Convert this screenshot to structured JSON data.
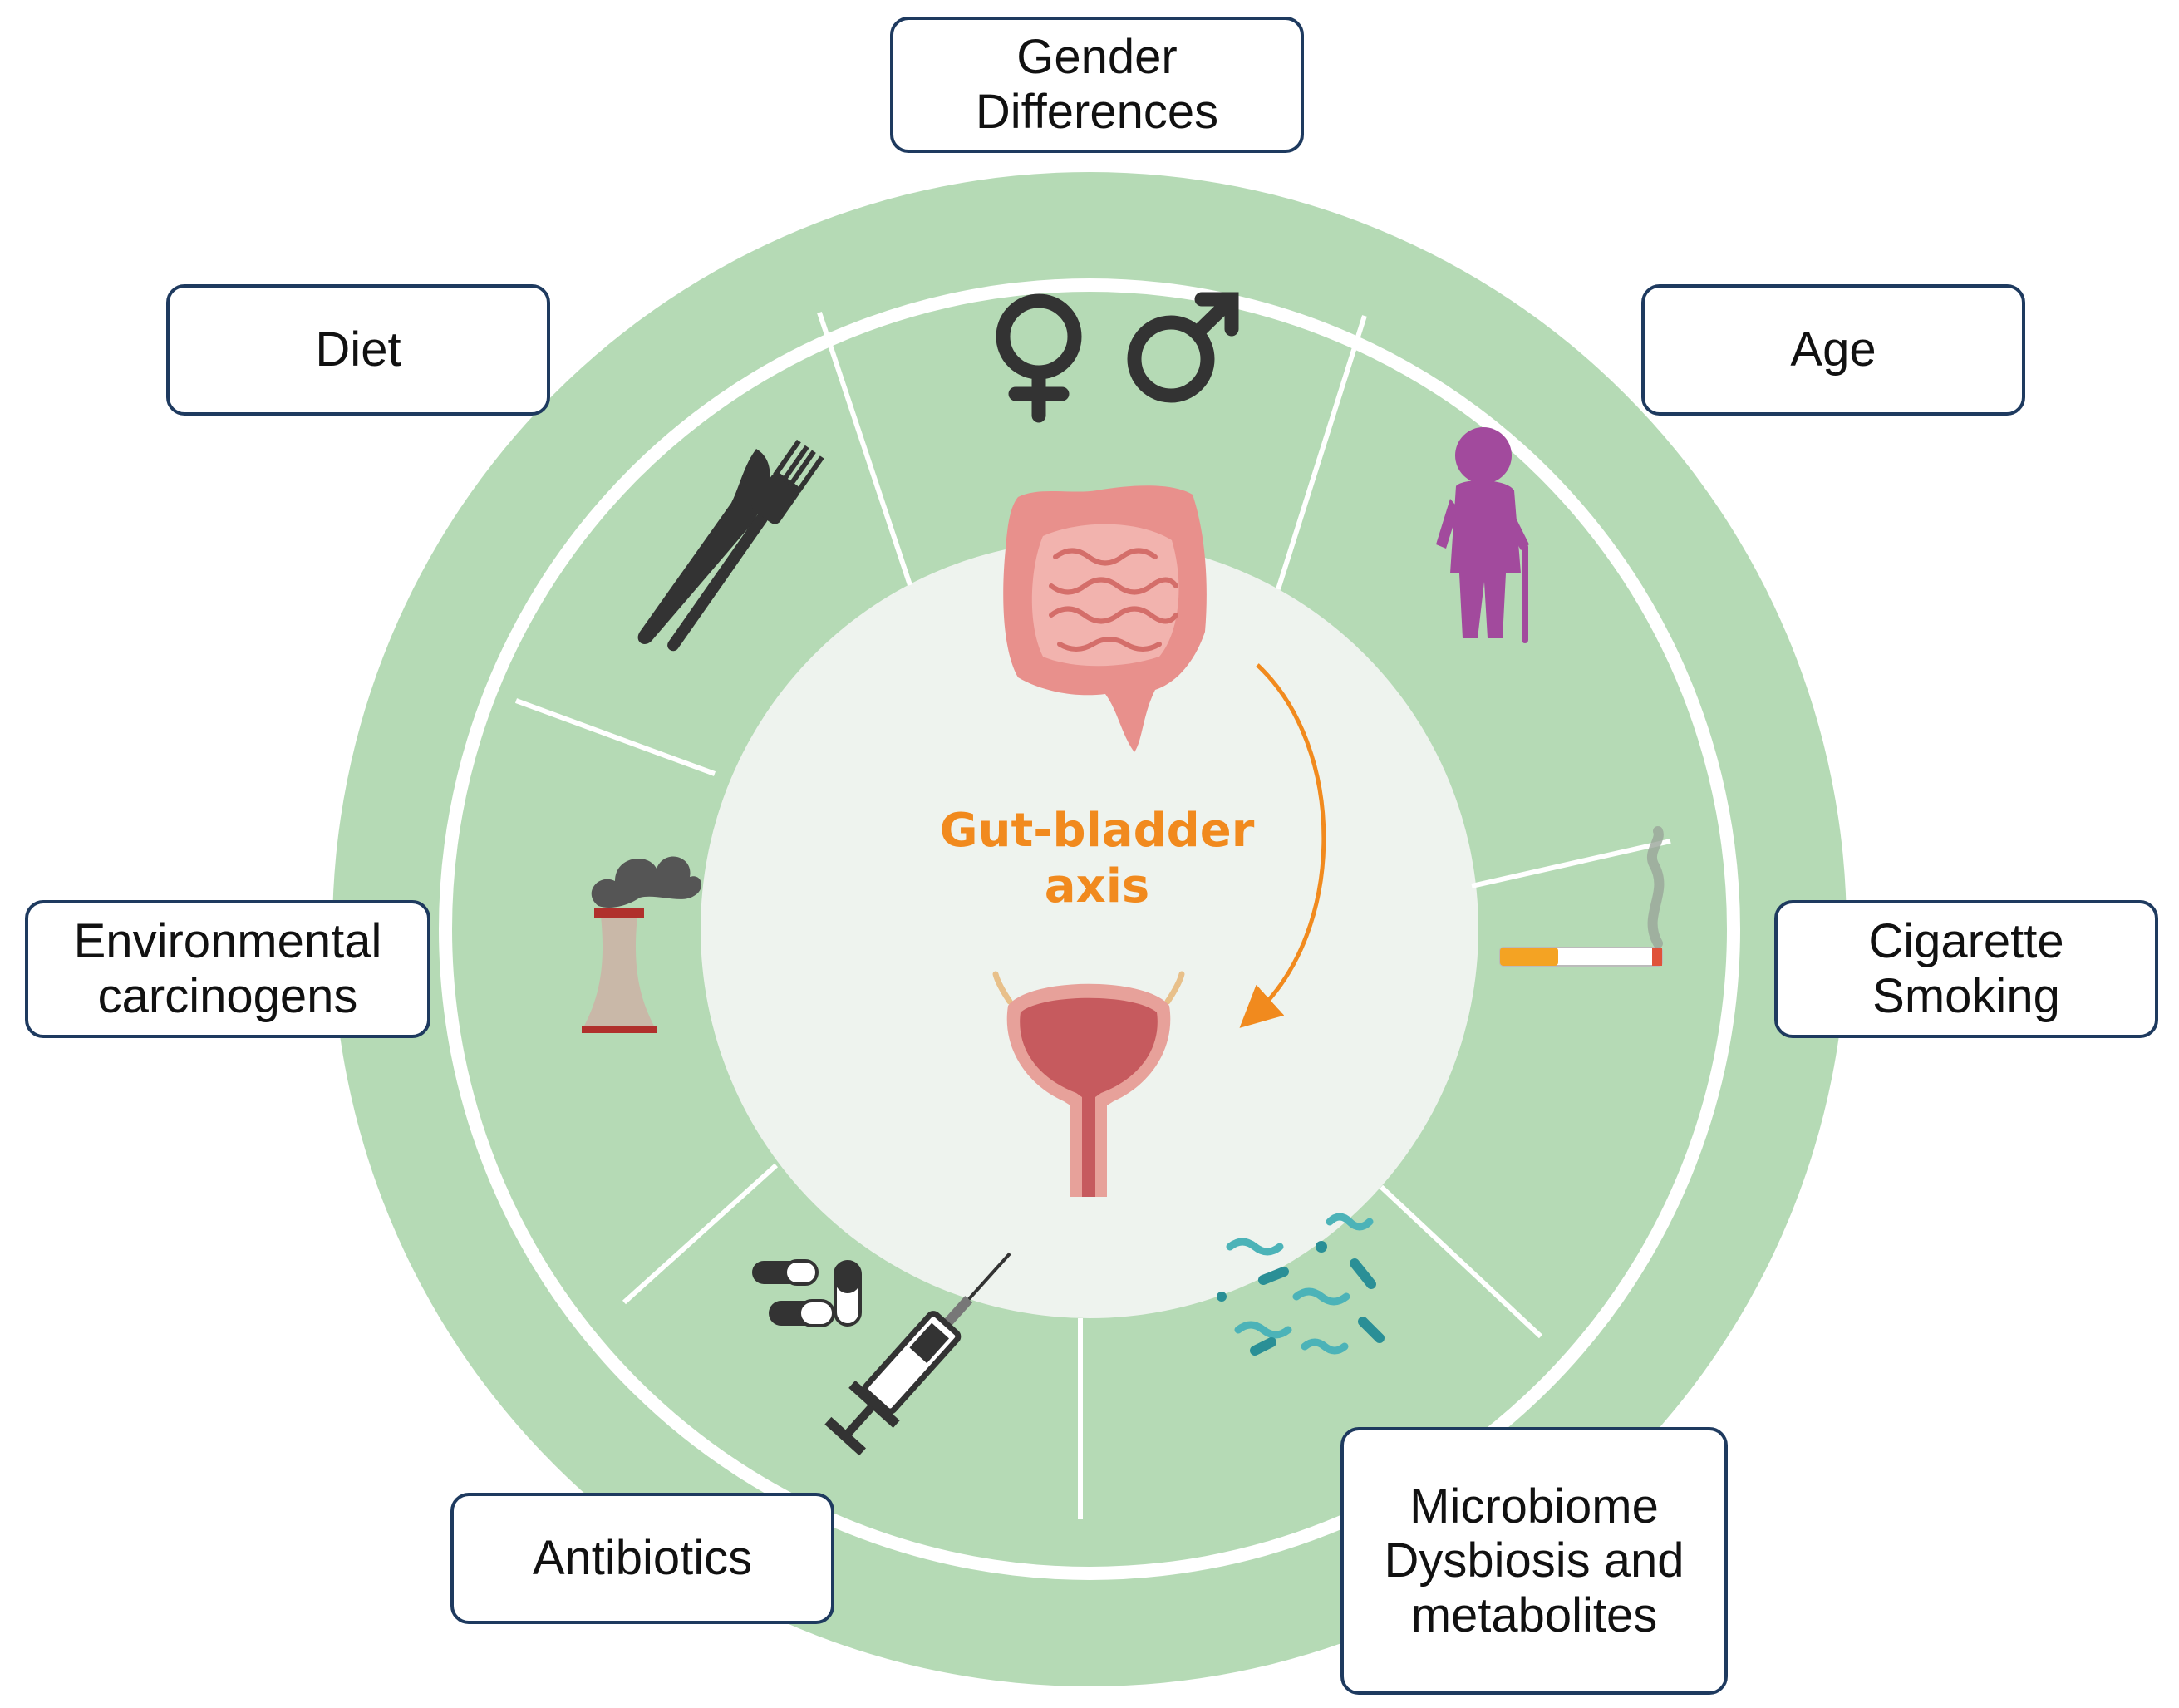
{
  "center": {
    "title_line1": "Gut-bladder",
    "title_line2": "axis",
    "title_color": "#f18a1e"
  },
  "factors": {
    "gender": {
      "line1": "Gender",
      "line2": "Differences",
      "icon": "gender-symbols-icon"
    },
    "age": {
      "line1": "Age",
      "icon": "elderly-person-icon"
    },
    "smoking": {
      "line1": "Cigarette",
      "line2": "Smoking",
      "icon": "cigarette-icon"
    },
    "microbiome": {
      "line1": "Microbiome",
      "line2": "Dysbiosis and",
      "line3": "metabolites",
      "icon": "bacteria-icon"
    },
    "antibiotics": {
      "line1": "Antibiotics",
      "icon": "pills-syringe-icon"
    },
    "environmental": {
      "line1": "Environmental",
      "line2": "carcinogens",
      "icon": "factory-icon"
    },
    "diet": {
      "line1": "Diet",
      "icon": "cutlery-icon"
    }
  },
  "organs": {
    "top": "intestine-icon",
    "bottom": "bladder-icon"
  },
  "colors": {
    "ring": "#b5dab5",
    "inner_circle": "#eef3ee",
    "box_border": "#1e3a5f",
    "arrow": "#f18a1e",
    "age_figure": "#a24a9d",
    "intestine": "#e8908c",
    "bladder": "#c65a5e",
    "bacteria": "#4cb3b8"
  }
}
